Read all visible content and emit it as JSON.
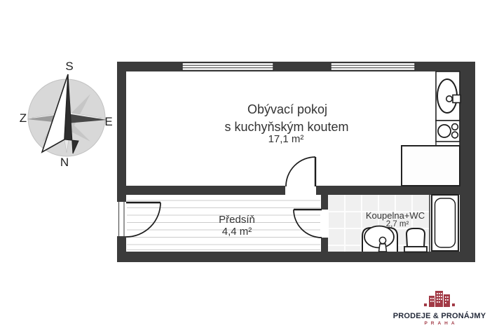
{
  "compass": {
    "top_label": "S",
    "bottom_label": "N",
    "left_label": "Z",
    "right_label": "E"
  },
  "rooms": {
    "living_room": {
      "name_line1": "Obývací pokoj",
      "name_line2": "s kuchyňským koutem",
      "area": "17,1 m²"
    },
    "hallway": {
      "name": "Předsíň",
      "area": "4,4 m²"
    },
    "bathroom": {
      "name": "Koupelna+WC",
      "area": "2,7 m²"
    }
  },
  "logo": {
    "company": "PRODEJE & PRONÁJMY",
    "city": "PRAHA"
  },
  "colors": {
    "wall": "#3b3b3b",
    "outline": "#1e1e1e",
    "brand_red": "#a23a46",
    "brand_dark": "#252b3b",
    "tile_floor": "#f0f0f0",
    "plank_line": "#cccccc"
  }
}
